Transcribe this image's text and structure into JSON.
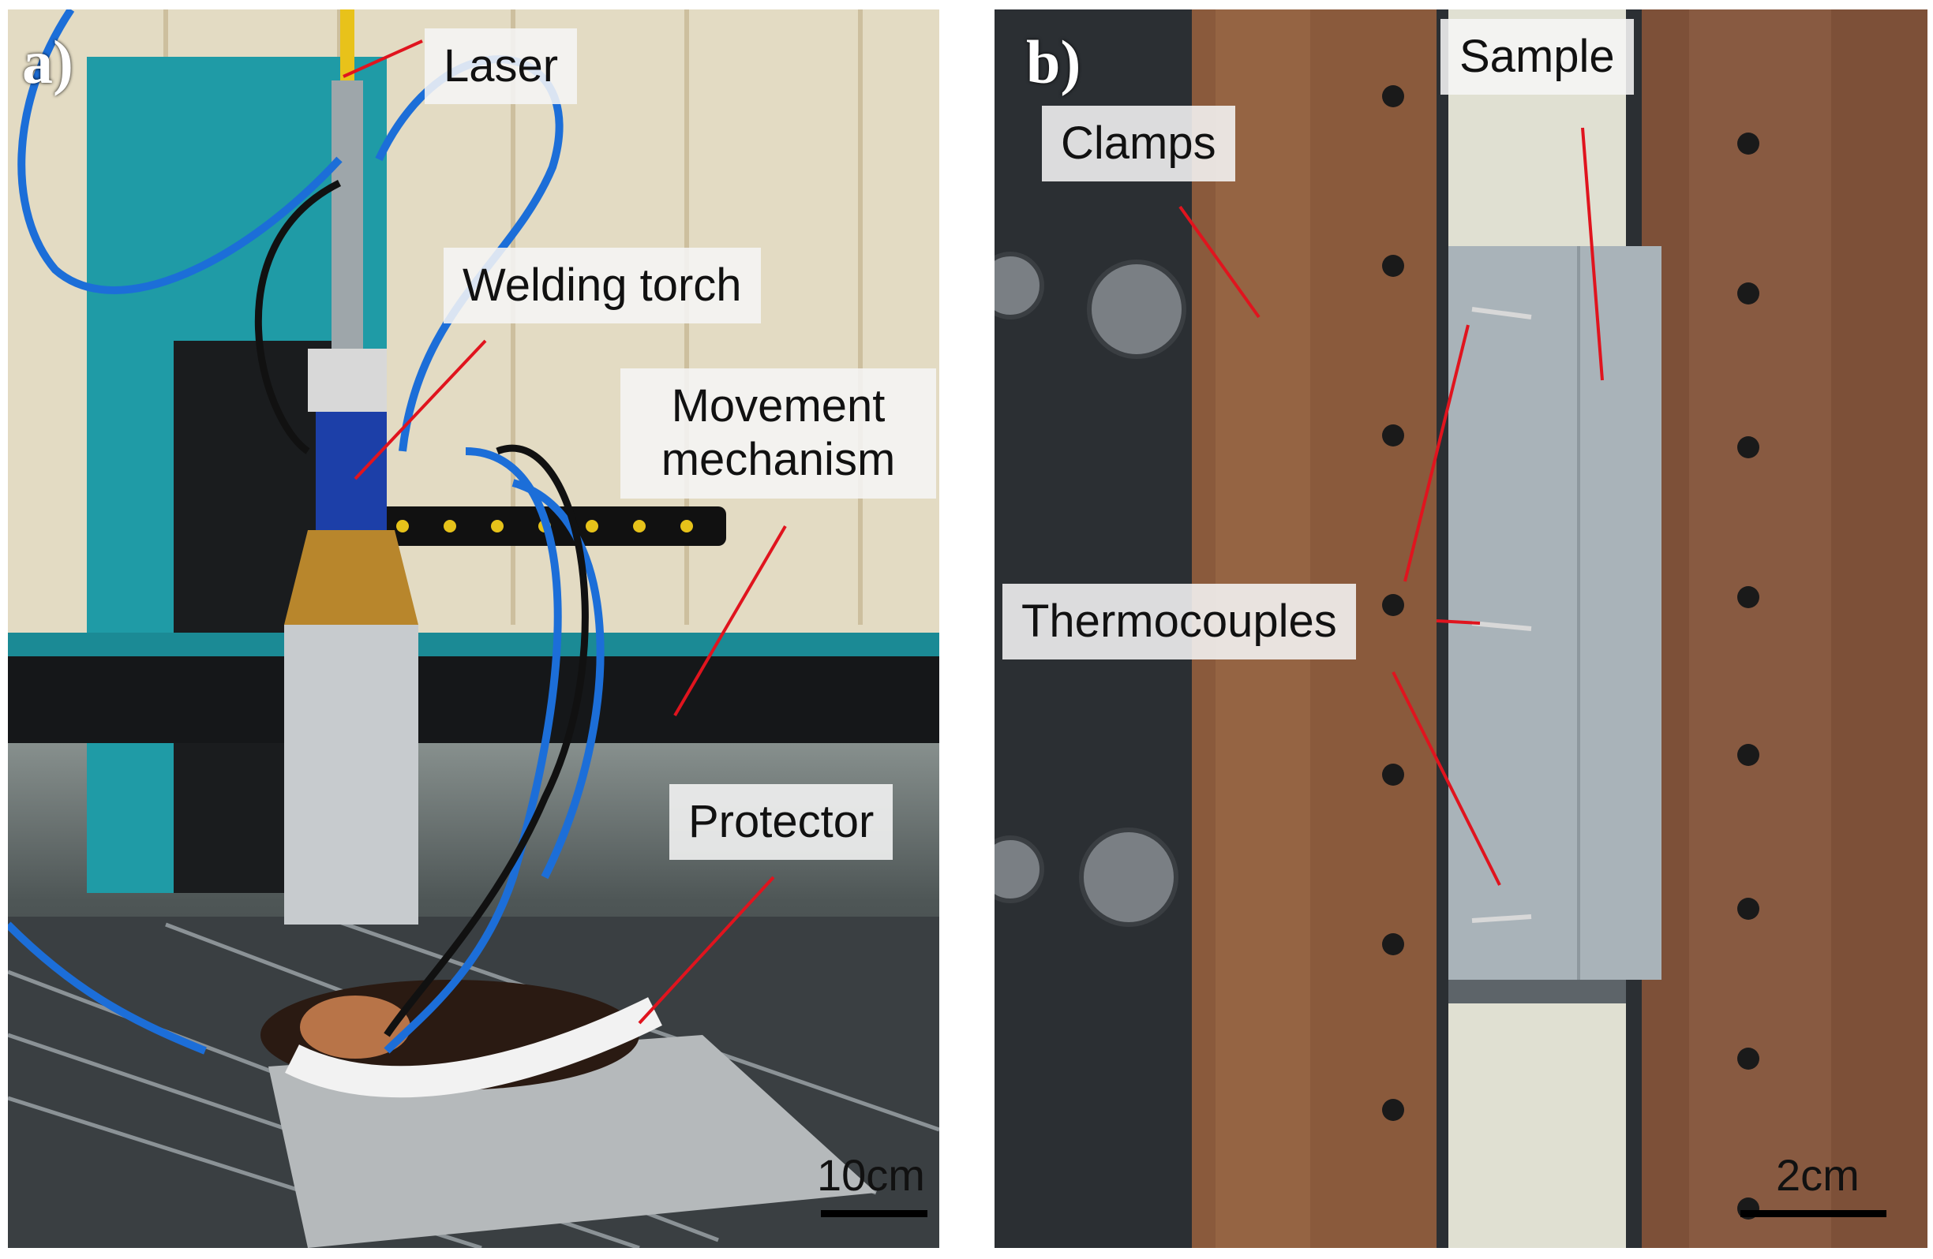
{
  "panel_a": {
    "letter": "a)",
    "labels": {
      "laser": "Laser",
      "welding_torch": "Welding torch",
      "movement_mechanism": "Movement mechanism",
      "protector": "Protector"
    },
    "scale": "10cm"
  },
  "panel_b": {
    "letter": "b)",
    "labels": {
      "sample": "Sample",
      "clamps": "Clamps",
      "thermocouples": "Thermocouples"
    },
    "scale": "2cm"
  },
  "colors": {
    "leader_line": "#e0141e",
    "copper": "#8a5a3c",
    "machine_teal": "#1f9ba6"
  }
}
